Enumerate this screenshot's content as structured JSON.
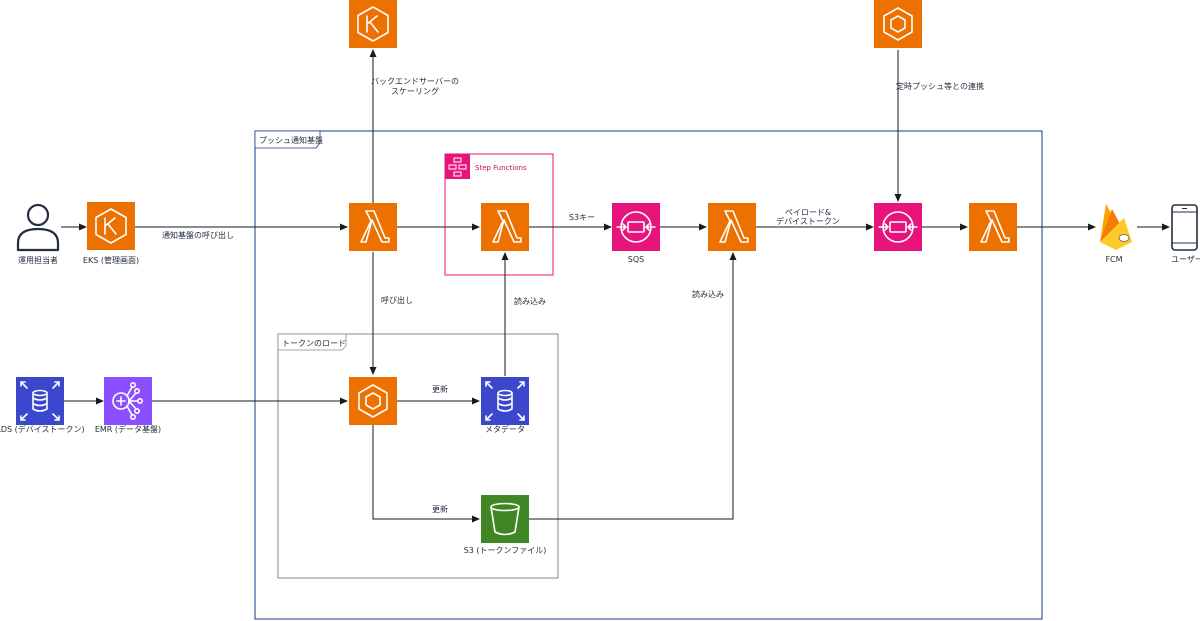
{
  "groups": {
    "push_platform": "プッシュ通知基盤",
    "token_load": "トークンのロード",
    "step_functions": "Step Functions"
  },
  "nodes": {
    "operator": "運用担当者",
    "eks": "EKS (管理画面)",
    "sqs": "SQS",
    "fcm": "FCM",
    "user": "ユーザー",
    "rds": "RDS (デバイストークン)",
    "emr": "EMR (データ基盤)",
    "metadata": "メタデータ",
    "s3": "S3 (トークンファイル)"
  },
  "edge_labels": {
    "call_platform": "通知基盤の呼び出し",
    "scaling_line1": "バックエンドサーバーの",
    "scaling_line2": "スケーリング",
    "scheduled": "定時プッシュ等との連携",
    "s3_key": "S3キー",
    "payload_line1": "ペイロード&",
    "payload_line2": "デバイストークン",
    "invoke": "呼び出し",
    "read1": "読み込み",
    "read2": "読み込み",
    "update1": "更新",
    "update2": "更新"
  },
  "colors": {
    "compute_orange": "#ED7100",
    "integration_pink": "#E7157B",
    "database_blue": "#3B48CC",
    "analytics_purple": "#8C4FFF",
    "storage_green": "#3F8624",
    "firebase_yellow": "#FFA000",
    "group_border_blue": "#1A3A8F",
    "step_functions_border": "#E7157B"
  },
  "icons": {
    "eks_top": "eks-icon",
    "container_top": "container-icon",
    "lambda": "lambda-icon",
    "sqs": "sqs-icon",
    "eventbridge": "eventbridge-icon",
    "fcm": "firebase-icon",
    "mobile": "mobile-client-icon",
    "user": "user-icon"
  }
}
